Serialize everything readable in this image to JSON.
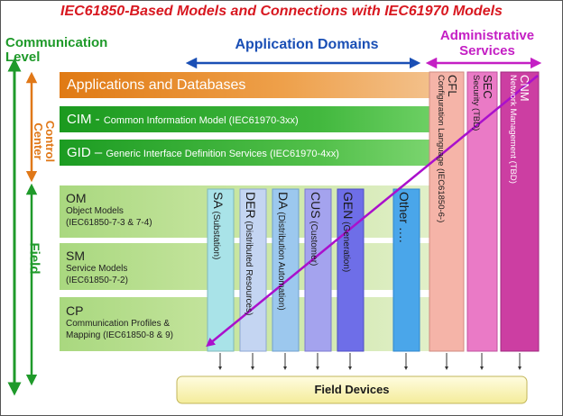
{
  "title": "IEC61850-Based Models and Connections with IEC61970 Models",
  "communication_level": [
    "Communication",
    "Level"
  ],
  "application_domains": "Application Domains",
  "administrative_services": [
    "Administrative",
    "Services"
  ],
  "control_center": [
    "Control",
    "Center"
  ],
  "field": "Field",
  "bars": {
    "apps": "Applications and Databases",
    "cim_abbr": "CIM",
    "cim_desc": "Common Information Model (IEC61970-3xx)",
    "gid_abbr": "GID",
    "gid_desc": "Generic Interface Definition Services (IEC61970-4xx)"
  },
  "levels": [
    {
      "abbr": "OM",
      "lines": [
        "Object Models",
        "(IEC61850-7-3 & 7-4)"
      ]
    },
    {
      "abbr": "SM",
      "lines": [
        "Service Models",
        "(IEC61850-7-2)"
      ]
    },
    {
      "abbr": "CP",
      "lines": [
        "Communication Profiles &",
        "Mapping (IEC61850-8 & 9)"
      ]
    }
  ],
  "domains": [
    {
      "abbr": "SA",
      "desc": "(Substation)",
      "color": "#a9e3e8"
    },
    {
      "abbr": "DER",
      "desc": "(Distributed Resources)",
      "color": "#c4d5f2"
    },
    {
      "abbr": "DA",
      "desc": "(Distribution Automation)",
      "color": "#9cc8ee"
    },
    {
      "abbr": "CUS",
      "desc": "(Customer)",
      "color": "#a4a3ee"
    },
    {
      "abbr": "GEN",
      "desc": "(Generation)",
      "color": "#6e6ee8"
    },
    {
      "abbr": "Other ….",
      "desc": "",
      "color": "#4aa6ea"
    }
  ],
  "services": [
    {
      "abbr": "CFL",
      "desc": "Configuration Language (IEC61850-6-)",
      "color": "#f5b4a8"
    },
    {
      "abbr": "SEC",
      "desc": "Security (TBD)",
      "color": "#ea7ac6"
    },
    {
      "abbr": "CNM",
      "desc": "Network Management (TBD)",
      "color": "#cc3ea2"
    }
  ],
  "field_devices": "Field Devices",
  "colors": {
    "title_red": "#d81820",
    "comm_green": "#1f9a2a",
    "domains_blue": "#1a4fb5",
    "admin_magenta": "#c41fc4",
    "control_orange": "#e07818",
    "apps_bar": "#e89028",
    "cim_bar": "#2aa82a",
    "gid_bar": "#2ba82a",
    "diagonal": "#aa10cc",
    "field_devices_fill": "#fff8c0"
  }
}
